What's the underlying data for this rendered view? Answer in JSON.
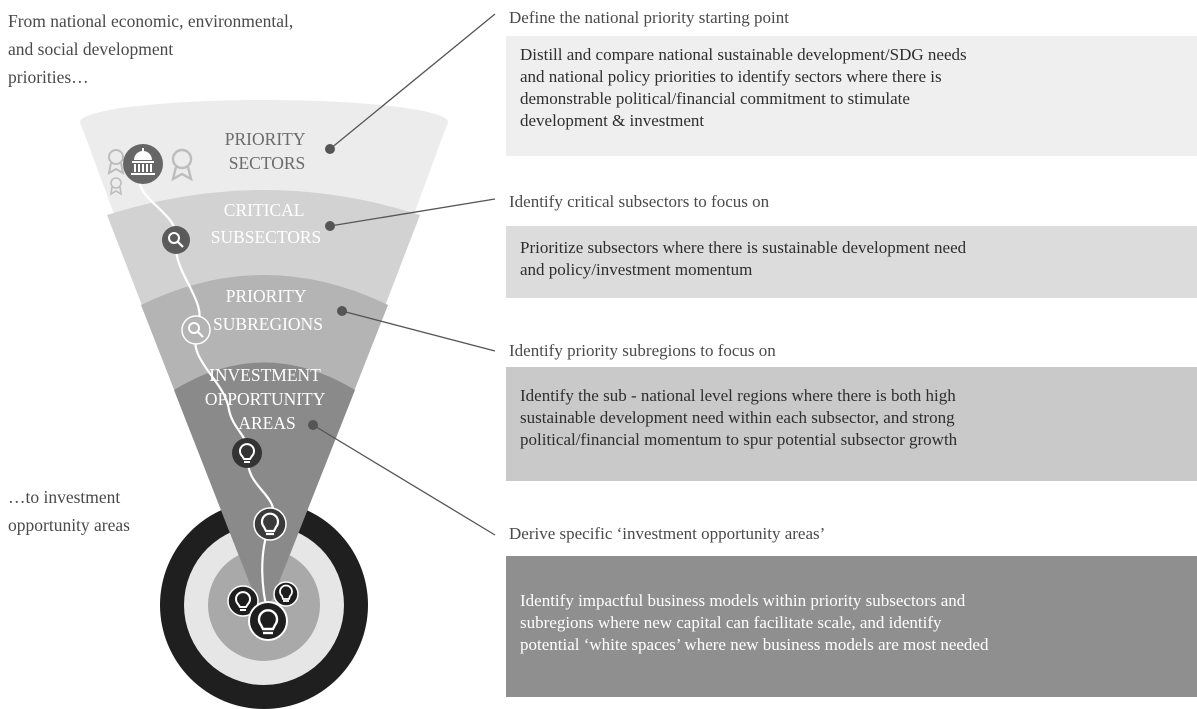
{
  "intro_text": [
    "From national economic, environmental,",
    "and social development",
    "priorities…"
  ],
  "outro_text": [
    "…to investment",
    "opportunity areas"
  ],
  "funnel_levels": [
    {
      "lines": [
        "PRIORITY",
        "SECTORS"
      ],
      "color": "#ececec",
      "text_color": "#6b6b6b"
    },
    {
      "lines": [
        "CRITICAL",
        "SUBSECTORS"
      ],
      "color": "#d2d2d2",
      "text_color": "#ffffff"
    },
    {
      "lines": [
        "PRIORITY",
        "SUBREGIONS"
      ],
      "color": "#b4b4b4",
      "text_color": "#ffffff"
    },
    {
      "lines": [
        "INVESTMENT",
        "OPPORTUNITY",
        "AREAS"
      ],
      "color": "#8a8a8a",
      "text_color": "#ffffff"
    }
  ],
  "steps": [
    {
      "title": "Define the national priority starting point",
      "lines": [
        "Distill and compare national sustainable development/SDG needs",
        "and national policy priorities to identify sectors where there is",
        "demonstrable political/financial commitment to stimulate",
        "development & investment"
      ],
      "box_color": "#efefef",
      "text_color": "#2e2e2e"
    },
    {
      "title": "Identify critical subsectors to focus on",
      "lines": [
        "Prioritize subsectors where there is sustainable development need",
        "and policy/investment momentum"
      ],
      "box_color": "#dcdcdc",
      "text_color": "#2e2e2e"
    },
    {
      "title": "Identify priority subregions to focus on",
      "lines": [
        "Identify the sub - national level regions where there is both high",
        "sustainable development need within each subsector, and strong",
        "political/financial momentum to spur potential subsector growth"
      ],
      "box_color": "#c9c9c9",
      "text_color": "#2e2e2e"
    },
    {
      "title": "Derive specific ‘investment opportunity areas’",
      "lines": [
        "Identify impactful business models within priority subsectors and",
        "subregions where new capital can facilitate scale, and identify",
        "potential ‘white spaces’ where new business models are most needed"
      ],
      "box_color": "#8f8f8f",
      "text_color": "#ffffff"
    }
  ],
  "icons": [
    "capitol-building-icon",
    "award-ribbon-icon",
    "magnifier-icon",
    "lightbulb-icon"
  ]
}
